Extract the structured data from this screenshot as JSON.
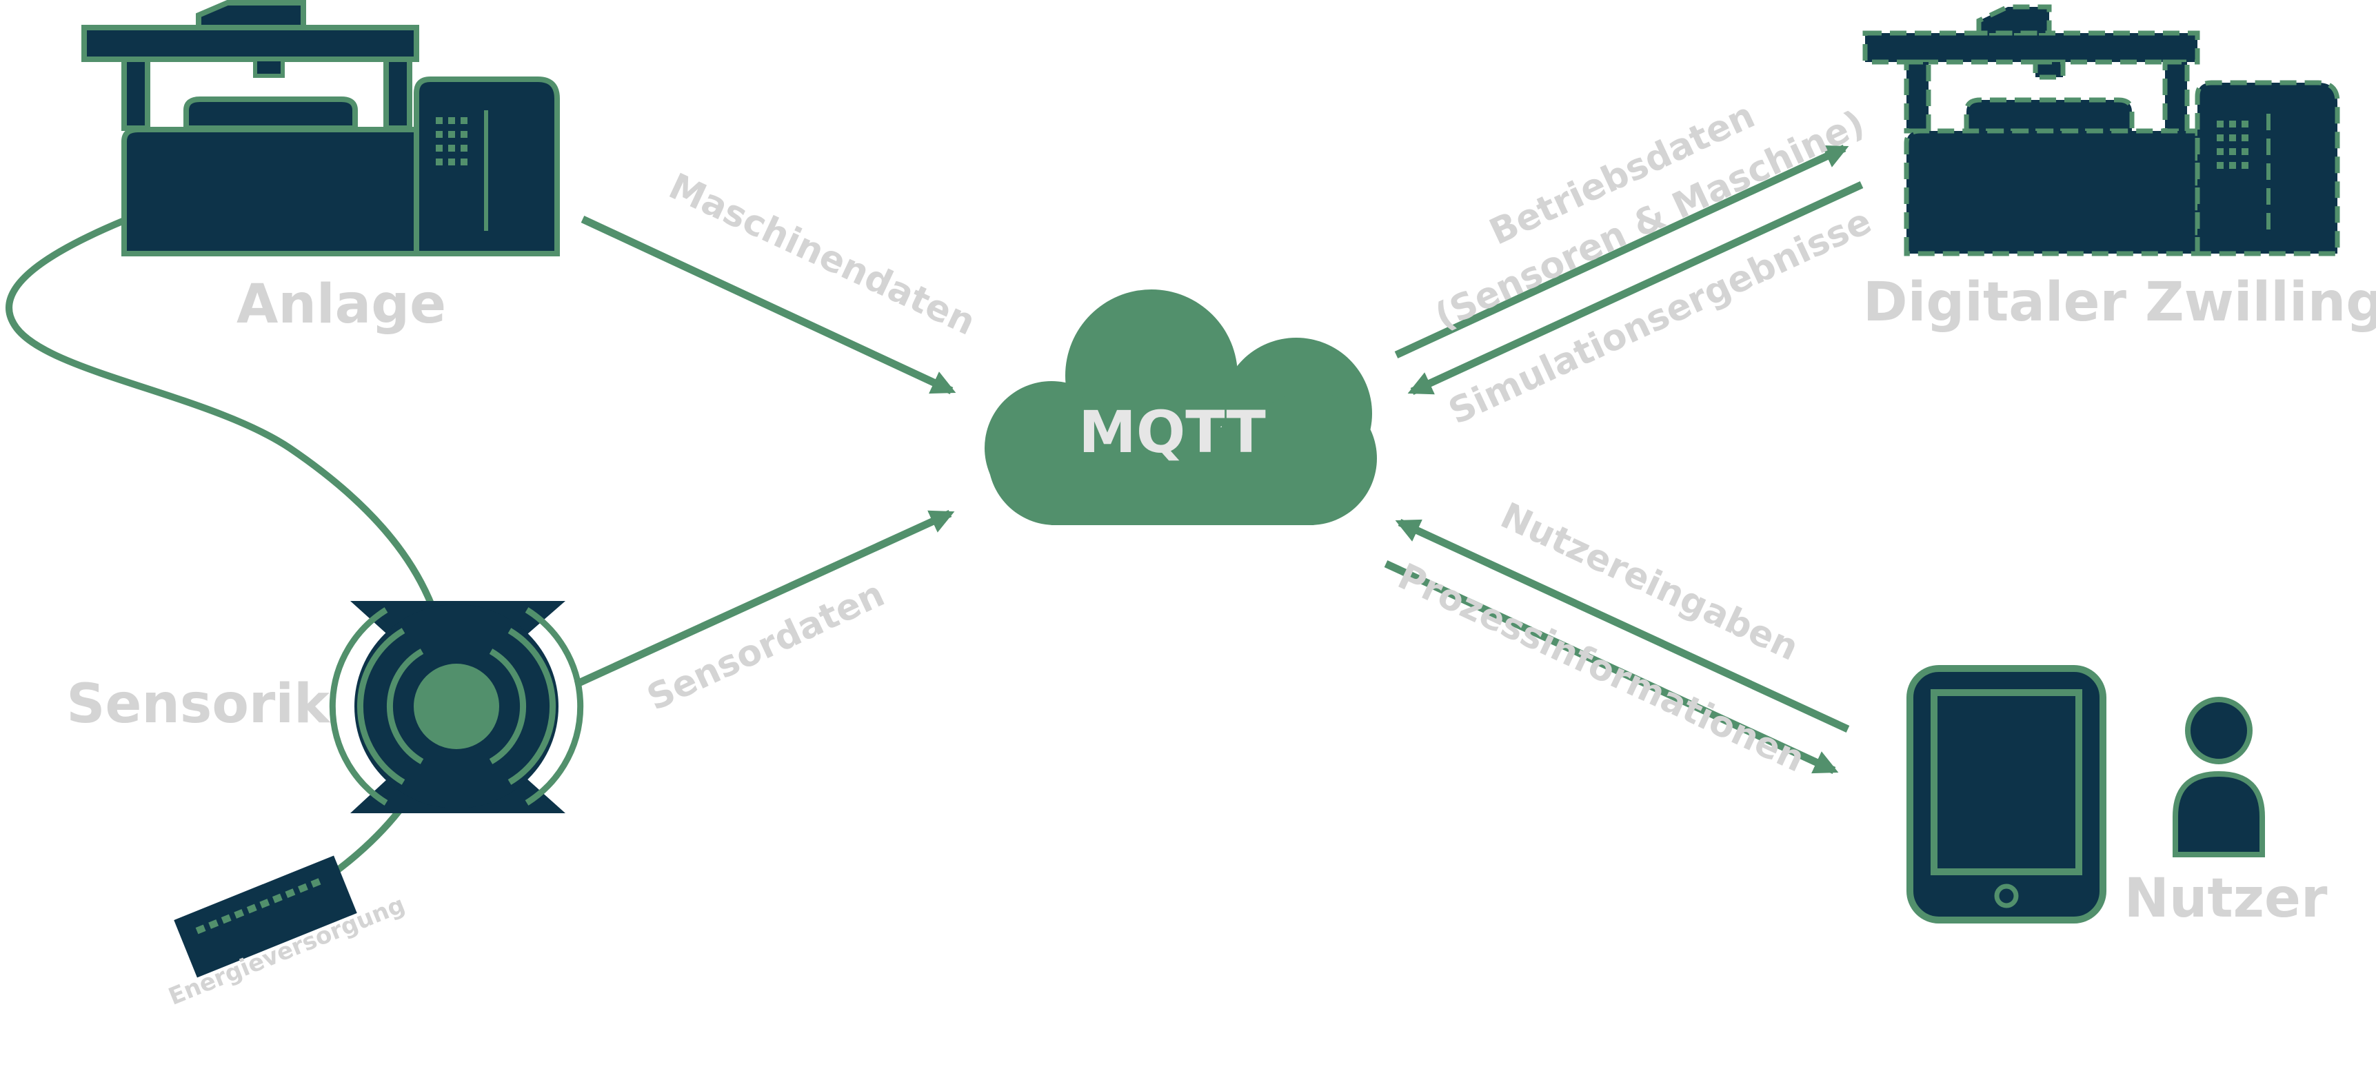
{
  "colors": {
    "navy": "#0d3349",
    "green": "#52906c",
    "label_gray": "#d4d4d4"
  },
  "nodes": {
    "anlage": "Anlage",
    "sensorik": "Sensorik",
    "mqtt": "MQTT",
    "digital_twin": "Digitaler Zwilling",
    "nutzer": "Nutzer",
    "power": "Energieversorgung"
  },
  "edges": {
    "machine_data": "Maschinendaten",
    "sensor_data": "Sensordaten",
    "operating_data_line1": "Betriebsdaten",
    "operating_data_line2": "(Sensoren & Maschine)",
    "simulation_results": "Simulationsergebnisse",
    "user_inputs": "Nutzereingaben",
    "process_info": "Prozessinformationen"
  },
  "icons": [
    "machine-icon",
    "sensor-icon",
    "cloud-icon",
    "digital-twin-icon",
    "tablet-icon",
    "person-icon",
    "power-supply-icon",
    "cable-line"
  ]
}
